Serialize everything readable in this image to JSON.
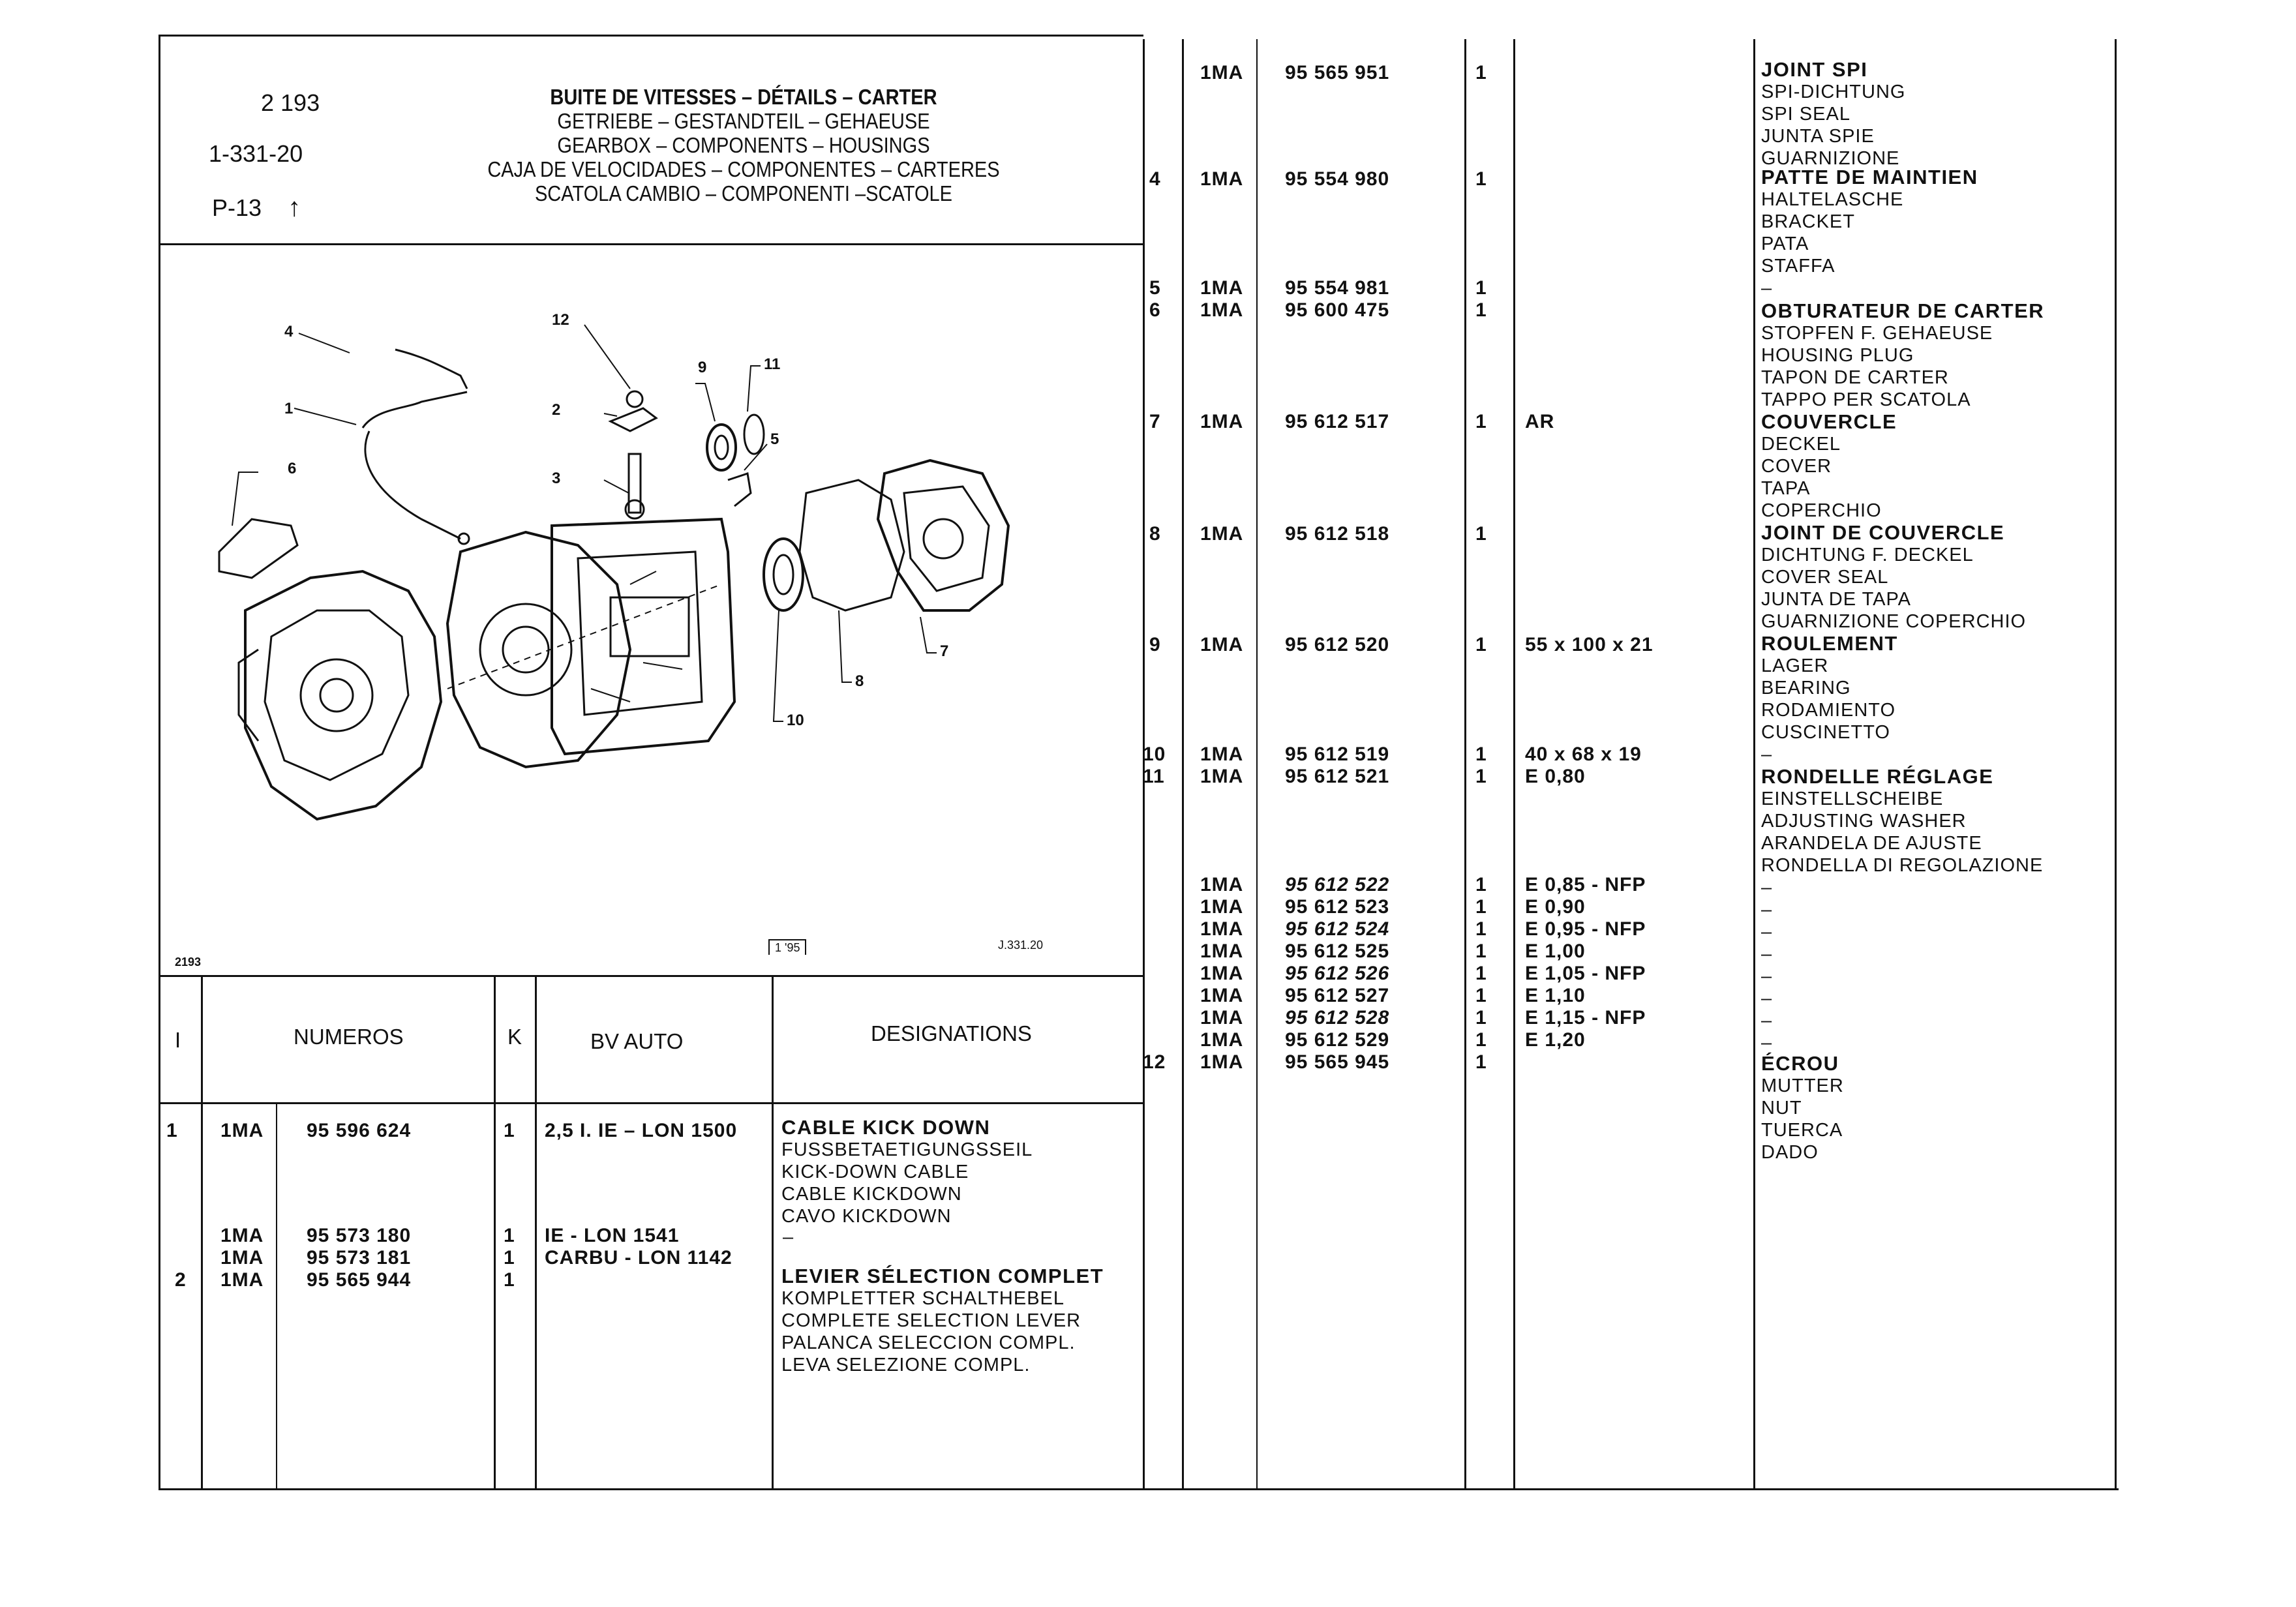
{
  "header": {
    "page_no": "2 193",
    "group_code": "1-331-20",
    "plate": "P-13",
    "arrow": "up-arrow-icon",
    "titles": [
      "BUITE DE VITESSES – DÉTAILS – CARTER",
      "GETRIEBE – GESTANDTEIL – GEHAEUSE",
      "GEARBOX – COMPONENTS – HOUSINGS",
      "CAJA DE VELOCIDADES – COMPONENTES – CARTERES",
      "SCATOLA CAMBIO – COMPONENTI –SCATOLE"
    ]
  },
  "figure": {
    "corner_label": "2193",
    "center_mark": "1 '95",
    "ref_code": "J.331.20",
    "callouts": [
      "1",
      "2",
      "3",
      "4",
      "5",
      "6",
      "7",
      "8",
      "9",
      "10",
      "11",
      "12"
    ]
  },
  "table": {
    "headers": {
      "item": "I",
      "numeros": "NUMEROS",
      "k": "K",
      "bv_auto": "BV AUTO",
      "designations": "DESIGNATIONS"
    }
  },
  "left_rows": [
    {
      "item": "1",
      "prefix": "1MA",
      "number": "95 596 624",
      "qty": "1",
      "spec": "2,5 I. IE – LON 1500"
    },
    {
      "item": "",
      "prefix": "1MA",
      "number": "95 573 180",
      "qty": "1",
      "spec": "IE - LON 1541"
    },
    {
      "item": "",
      "prefix": "1MA",
      "number": "95 573 181",
      "qty": "1",
      "spec": "CARBU - LON 1142"
    },
    {
      "item": "2",
      "prefix": "1MA",
      "number": "95 565 944",
      "qty": "1",
      "spec": ""
    }
  ],
  "left_designations": {
    "d1": {
      "main": "CABLE KICK DOWN",
      "lines": [
        "FUSSBETAETIGUNGSSEIL",
        "KICK-DOWN CABLE",
        "CABLE KICKDOWN",
        "CAVO KICKDOWN"
      ]
    },
    "dash": "–",
    "d2": {
      "main": "LEVIER SÉLECTION COMPLET",
      "lines": [
        "KOMPLETTER SCHALTHEBEL",
        "COMPLETE SELECTION LEVER",
        "PALANCA SELECCION COMPL.",
        "LEVA SELEZIONE COMPL."
      ]
    }
  },
  "right_rows": {
    "r0": {
      "item": "",
      "prefix": "1MA",
      "number": "95 565 951",
      "qty": "1",
      "spec": ""
    },
    "r4": {
      "item": "4",
      "prefix": "1MA",
      "number": "95 554 980",
      "qty": "1",
      "spec": ""
    },
    "r5": {
      "item": "5",
      "prefix": "1MA",
      "number": "95 554 981",
      "qty": "1",
      "spec": ""
    },
    "r6": {
      "item": "6",
      "prefix": "1MA",
      "number": "95 600 475",
      "qty": "1",
      "spec": ""
    },
    "r7": {
      "item": "7",
      "prefix": "1MA",
      "number": "95 612 517",
      "qty": "1",
      "spec": "AR"
    },
    "r8": {
      "item": "8",
      "prefix": "1MA",
      "number": "95 612 518",
      "qty": "1",
      "spec": ""
    },
    "r9": {
      "item": "9",
      "prefix": "1MA",
      "number": "95 612 520",
      "qty": "1",
      "spec": "55 x 100 x 21"
    },
    "r10": {
      "item": "10",
      "prefix": "1MA",
      "number": "95 612 519",
      "qty": "1",
      "spec": "40 x 68 x 19"
    },
    "r11": {
      "item": "11",
      "prefix": "1MA",
      "number": "95 612 521",
      "qty": "1",
      "spec": "E 0,80"
    }
  },
  "washer_rows": [
    {
      "item": "",
      "prefix": "1MA",
      "number": "95 612 522",
      "qty": "1",
      "spec": "E 0,85 - NFP",
      "italic": true
    },
    {
      "item": "",
      "prefix": "1MA",
      "number": "95 612 523",
      "qty": "1",
      "spec": "E 0,90",
      "italic": false
    },
    {
      "item": "",
      "prefix": "1MA",
      "number": "95 612 524",
      "qty": "1",
      "spec": "E 0,95 - NFP",
      "italic": true
    },
    {
      "item": "",
      "prefix": "1MA",
      "number": "95 612 525",
      "qty": "1",
      "spec": "E 1,00",
      "italic": false
    },
    {
      "item": "",
      "prefix": "1MA",
      "number": "95 612 526",
      "qty": "1",
      "spec": "E 1,05 - NFP",
      "italic": true
    },
    {
      "item": "",
      "prefix": "1MA",
      "number": "95 612 527",
      "qty": "1",
      "spec": "E 1,10",
      "italic": false
    },
    {
      "item": "",
      "prefix": "1MA",
      "number": "95 612 528",
      "qty": "1",
      "spec": "E 1,15 - NFP",
      "italic": true
    },
    {
      "item": "",
      "prefix": "1MA",
      "number": "95 612 529",
      "qty": "1",
      "spec": "E 1,20",
      "italic": false
    },
    {
      "item": "12",
      "prefix": "1MA",
      "number": "95 565 945",
      "qty": "1",
      "spec": "",
      "italic": false
    }
  ],
  "right_designations": {
    "joint_spi": {
      "main": "JOINT SPI",
      "lines": [
        "SPI-DICHTUNG",
        "SPI SEAL",
        "JUNTA SPIE",
        "GUARNIZIONE"
      ]
    },
    "patte": {
      "main": "PATTE DE MAINTIEN",
      "lines": [
        "HALTELASCHE",
        "BRACKET",
        "PATA",
        "STAFFA"
      ]
    },
    "dash": "–",
    "obturateur": {
      "main": "OBTURATEUR DE CARTER",
      "lines": [
        "STOPFEN F. GEHAEUSE",
        "HOUSING PLUG",
        "TAPON DE CARTER",
        "TAPPO PER SCATOLA"
      ]
    },
    "couvercle": {
      "main": "COUVERCLE",
      "lines": [
        "DECKEL",
        "COVER",
        "TAPA",
        "COPERCHIO"
      ]
    },
    "joint_couvercle": {
      "main": "JOINT DE COUVERCLE",
      "lines": [
        "DICHTUNG F. DECKEL",
        "COVER SEAL",
        "JUNTA DE TAPA",
        "GUARNIZIONE COPERCHIO"
      ]
    },
    "roulement": {
      "main": "ROULEMENT",
      "lines": [
        "LAGER",
        "BEARING",
        "RODAMIENTO",
        "CUSCINETTO"
      ]
    },
    "rondelle": {
      "main": "RONDELLE RÉGLAGE",
      "lines": [
        "EINSTELLSCHEIBE",
        "ADJUSTING WASHER",
        "ARANDELA DE AJUSTE",
        "RONDELLA DI REGOLAZIONE"
      ]
    },
    "ecrou": {
      "main": "ÉCROU",
      "lines": [
        "MUTTER",
        "NUT",
        "TUERCA",
        "DADO"
      ]
    }
  }
}
